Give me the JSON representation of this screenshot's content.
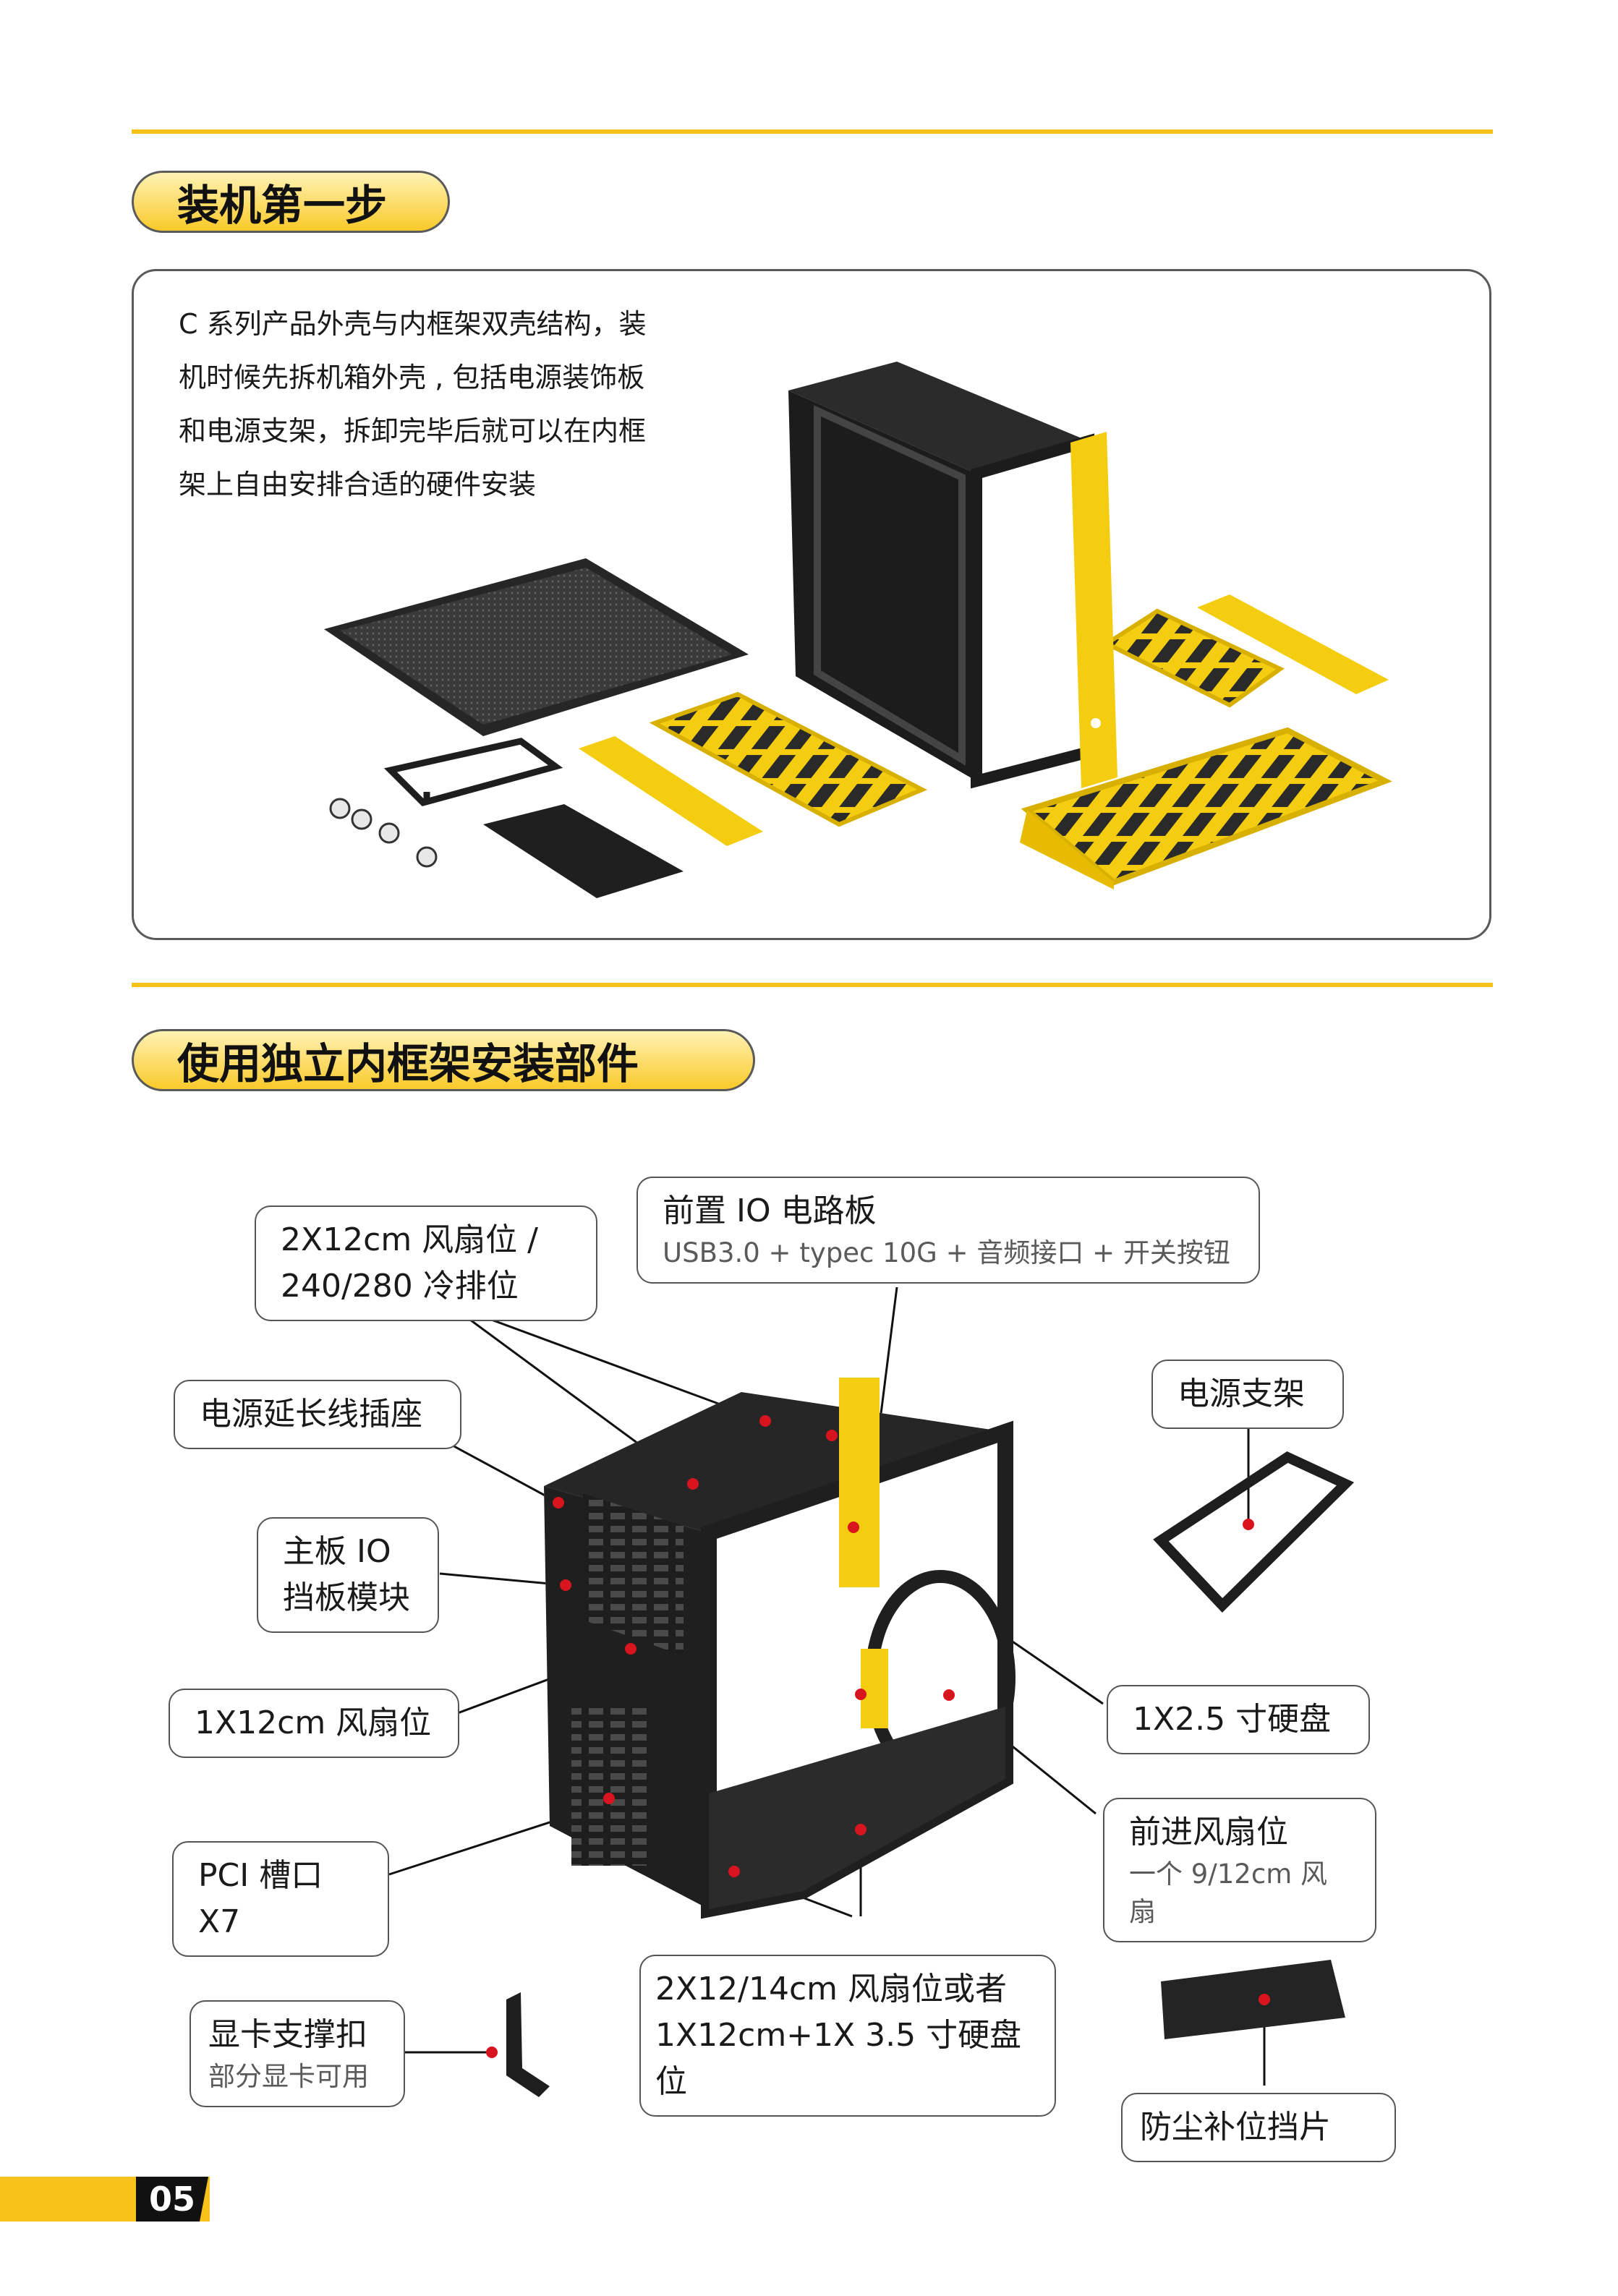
{
  "section1": {
    "title": "装机第一步",
    "intro_lines": [
      "C 系列产品外壳与内框架双壳结构，装",
      "机时候先拆机箱外壳 , 包括电源装饰板",
      "和电源支架，拆卸完毕后就可以在内框",
      "架上自由安排合适的硬件安装"
    ]
  },
  "section2": {
    "title": "使用独立内框架安装部件",
    "callouts": {
      "top_fan": [
        "2X12cm 风扇位 /",
        "240/280 冷排位"
      ],
      "front_io": {
        "title": "前置 IO 电路板",
        "sub": "USB3.0 + typec 10G + 音频接口 + 开关按钮"
      },
      "psu_socket": "电源延长线插座",
      "io_shield": [
        "主板 IO",
        "挡板模块"
      ],
      "rear_fan": "1X12cm 风扇位",
      "pci": "PCI 槽口 X7",
      "psu_bracket": "电源支架",
      "ssd": "1X2.5 寸硬盘",
      "front_fan": {
        "title": "前进风扇位",
        "sub": "一个 9/12cm 风扇"
      },
      "bottom_fan": [
        "2X12/14cm 风扇位或者",
        "1X12cm+1X 3.5 寸硬盘位"
      ],
      "gpu_bracket": {
        "title": "显卡支撑扣",
        "sub": "部分显卡可用"
      },
      "dust_cover": "防尘补位挡片"
    }
  },
  "page_number": "05",
  "colors": {
    "accent": "#f7c31b",
    "frame": "#1e1e1e",
    "dot": "#d8141f"
  }
}
